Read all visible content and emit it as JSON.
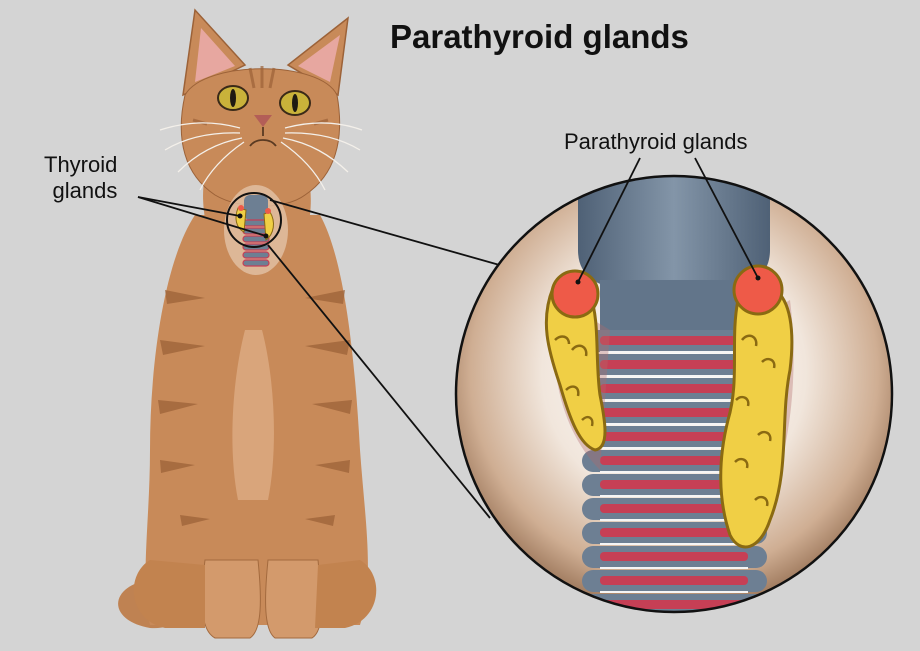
{
  "title": "Parathyroid glands",
  "labels": {
    "thyroid_line1": "Thyroid",
    "thyroid_line2": "glands",
    "parathyroid": "Parathyroid glands"
  },
  "colors": {
    "background": "#d4d4d4",
    "cat_fur": "#c88a59",
    "thyroid_gland": "#f0cf45",
    "parathyroid_gland": "#ee5a48",
    "trachea": "#6d7f93",
    "tracheal_ring": "#c63f55"
  }
}
